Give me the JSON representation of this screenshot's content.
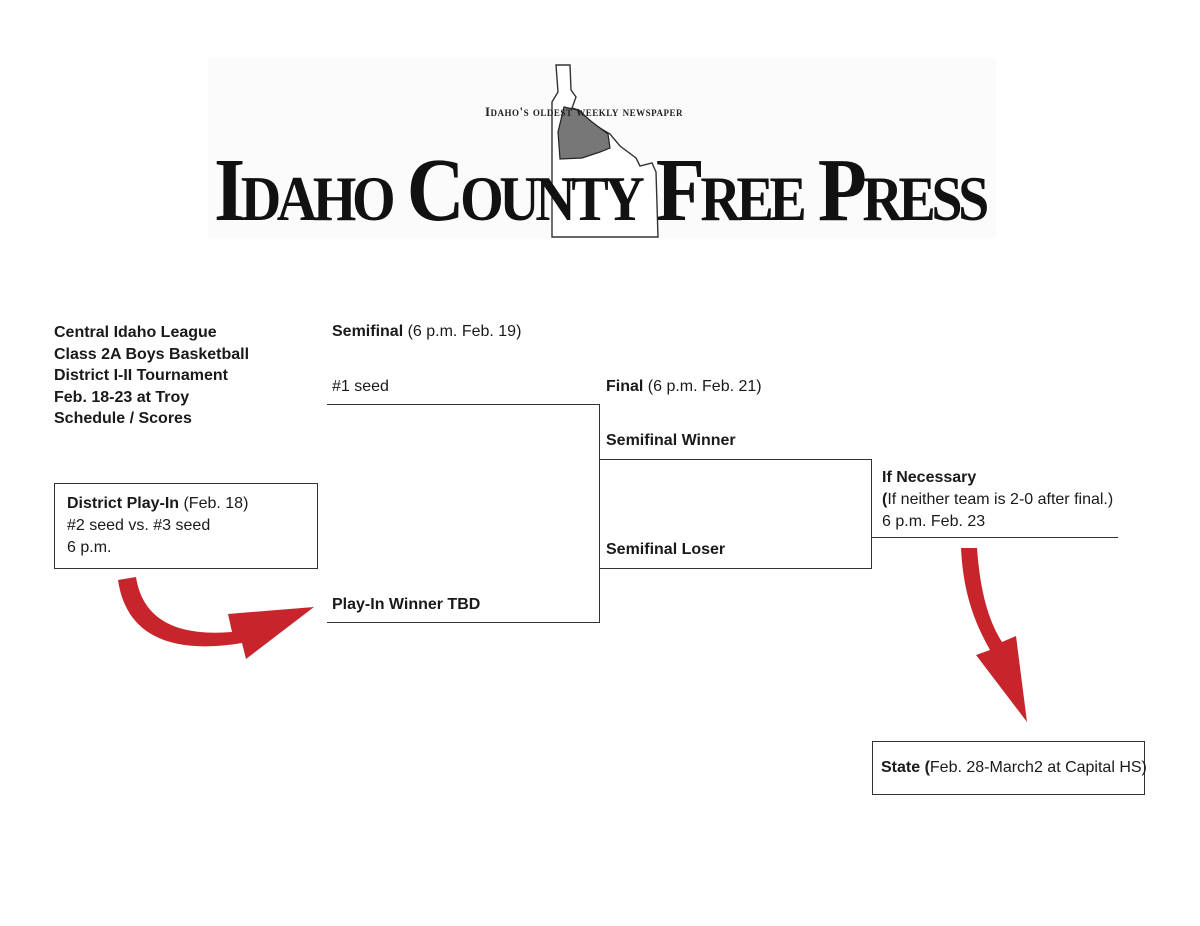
{
  "masthead": {
    "tagline": "Idaho's oldest weekly newspaper",
    "name": "Idaho County Free Press",
    "colors": {
      "county_fill": "#777777",
      "outline": "#333333"
    }
  },
  "tournament": {
    "lines": [
      "Central Idaho League",
      "Class 2A Boys Basketball",
      "District I-II Tournament",
      "Feb. 18-23 at Troy",
      "Schedule / Scores"
    ]
  },
  "playin": {
    "title": "District Play-In",
    "date": " (Feb. 18)",
    "matchup": "#2 seed vs. #3 seed",
    "time": "6 p.m."
  },
  "semifinal": {
    "title": "Semifinal",
    "detail": " (6 p.m. Feb. 19)",
    "top_slot": "#1 seed",
    "bottom_slot": "Play-In Winner TBD"
  },
  "final": {
    "title": "Final",
    "detail": " (6 p.m. Feb. 21)",
    "top_slot": "Semifinal Winner",
    "bottom_slot": "Semifinal Loser"
  },
  "if_necessary": {
    "title": "If Necessary",
    "note_bold": "(",
    "note": "If neither team is 2-0 after final.)",
    "time": "6 p.m. Feb. 23"
  },
  "state": {
    "title": "State (",
    "detail": "Feb. 28-March2 at Capital HS)"
  },
  "colors": {
    "arrow": "#c8242b",
    "line": "#333333"
  }
}
